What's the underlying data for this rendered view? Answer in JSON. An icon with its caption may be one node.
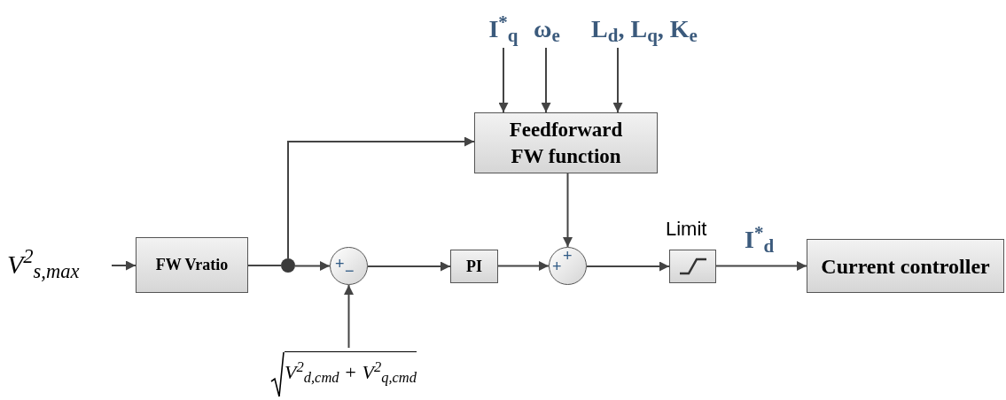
{
  "diagram": {
    "nodes": [
      {
        "text": [
          "V$^{2}$$_{s,max}$"
        ]
      },
      {
        "text": [
          "FW Vratio"
        ]
      },
      {
        "text": [],
        "shape": "circle"
      },
      {
        "text": [
          "+",
          "−"
        ]
      },
      {
        "text": [
          "V$^{2}$$_{d,cmd}$ + V$^{2}$$_{q,cmd}$"
        ]
      },
      {
        "text": [
          "PI"
        ]
      },
      {
        "text": [
          "Feedforward FW function"
        ]
      },
      {
        "text": [
          "I$^{*}$$_{q}$"
        ]
      },
      {
        "text": [
          "ω$_{e}$"
        ]
      },
      {
        "text": [
          "L$_{d}$, L$_{q}$, K$_{e}$"
        ]
      },
      {
        "text": [
          "+",
          "+"
        ]
      },
      {
        "text": [
          "Limit"
        ]
      },
      {
        "text": [
          "Current controller"
        ]
      }
    ],
    "edges": [
      {
        "from": 0,
        "to": 1,
        "arrow": "to"
      },
      {
        "from": 1,
        "to": 2,
        "arrow": "none"
      },
      {
        "from": 2,
        "to": 3,
        "arrow": "to"
      },
      {
        "from": 2,
        "to": 6,
        "arrow": "to"
      },
      {
        "from": 4,
        "to": 3,
        "arrow": "to"
      },
      {
        "from": 3,
        "to": 5,
        "arrow": "to"
      },
      {
        "from": 5,
        "to": 10,
        "arrow": "to"
      },
      {
        "from": 6,
        "to": 10,
        "arrow": "to"
      },
      {
        "from": 7,
        "to": 6,
        "arrow": "to"
      },
      {
        "from": 8,
        "to": 6,
        "arrow": "to"
      },
      {
        "from": 9,
        "to": 6,
        "arrow": "to"
      },
      {
        "from": 10,
        "to": 11,
        "arrow": "to"
      },
      {
        "from": 11,
        "to": 12,
        "arrow": "to",
        "label": "I$^{*}$$_{d}$"
      }
    ]
  }
}
